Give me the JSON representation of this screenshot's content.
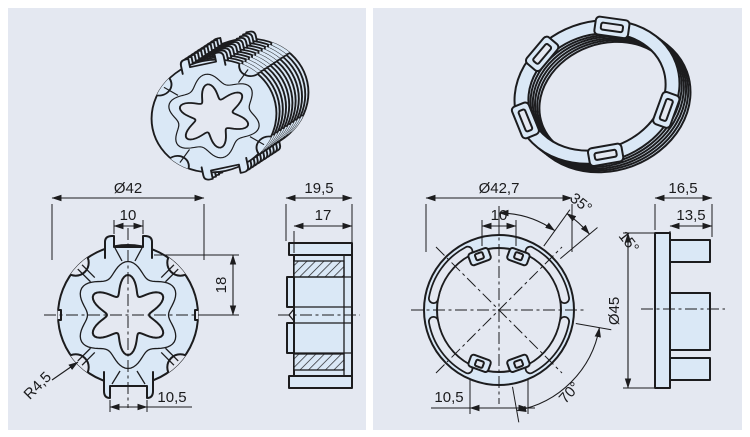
{
  "colors": {
    "page_background": "#ffffff",
    "panel_background": "#e4e8f1",
    "part_fill": "#dae8f6",
    "line": "#1c1c1e",
    "text": "#1b1b1d"
  },
  "left": {
    "dims": {
      "diameter": "Ø42",
      "slot_top": "10",
      "depth_total": "19,5",
      "depth_body": "17",
      "half_height": "18",
      "radius": "R4,5",
      "slot_bottom": "10,5"
    }
  },
  "right": {
    "dims": {
      "diameter": "Ø42,7",
      "slot_top": "10",
      "angle_a": "35°",
      "angle_b": "15°",
      "flange_diameter": "Ø45",
      "angle_c": "70°",
      "slot_bottom": "10,5",
      "depth_total": "16,5",
      "depth_tab": "13,5"
    }
  }
}
